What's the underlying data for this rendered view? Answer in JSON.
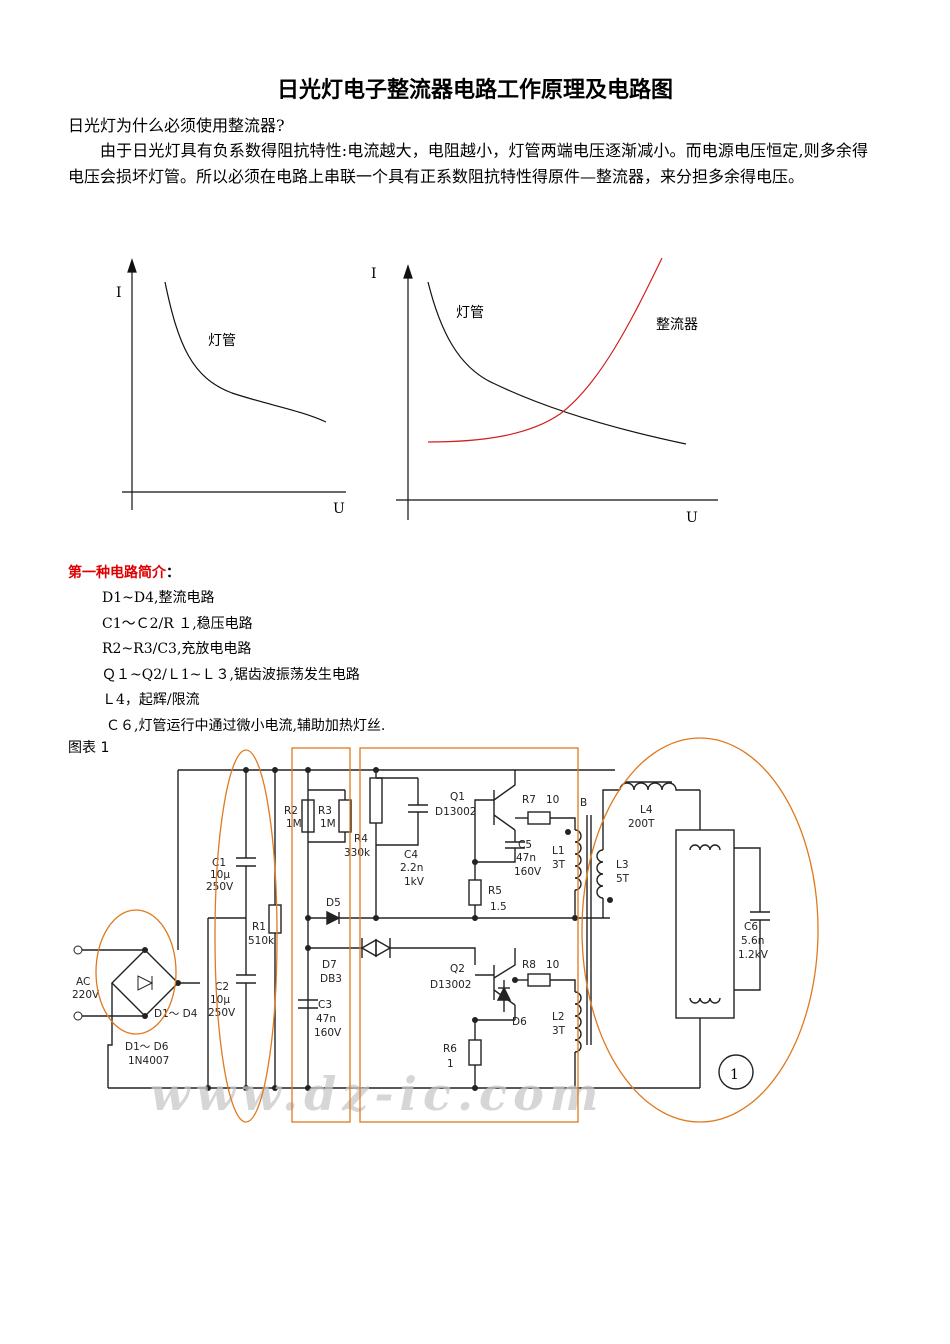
{
  "document": {
    "title": "日光灯电子整流器电路工作原理及电路图",
    "question": "日光灯为什么必须使用整流器?",
    "body": "由于日光灯具有负系数得阻抗特性:电流越大，电阻越小，灯管两端电压逐渐减小。而电源电压恒定,则多余得电压会损坏灯管。所以必须在电路上串联一个具有正系数阻抗特性得原件—整流器，来分担多余得电压。"
  },
  "graphs": {
    "left": {
      "y_label": "I",
      "x_label": "U",
      "curve_label": "灯管"
    },
    "right": {
      "y_label": "I",
      "x_label": "U",
      "lamp_label": "灯管",
      "ballast_label": "整流器"
    },
    "colors": {
      "lamp_curve": "#111111",
      "ballast_curve": "#d21f1f"
    }
  },
  "section": {
    "heading": "第一种电路简介",
    "colon": "：",
    "items": [
      "D1~D4,整流电路",
      "C1～Ｃ2/R １,稳压电路",
      "R2~R3/C3,充放电电路",
      "Ｑ１~Q2/Ｌ1~Ｌ３,锯齿波振荡发生电路",
      "Ｌ4，起辉/限流",
      "Ｃ６,灯管运行中通过微小电流,辅助加热灯丝."
    ]
  },
  "figure": {
    "label": "图表 1",
    "components": {
      "ac": "AC",
      "ac_v": "220V",
      "d1d4": "D1～ D4",
      "d1d6": "D1～ D6",
      "d_model": "1N4007",
      "c1": "C1",
      "c1_v": "10μ",
      "c1_r": "250V",
      "c2": "C2",
      "c2_v": "10μ",
      "c2_r": "250V",
      "r1": "R1",
      "r1_v": "510k",
      "r2": "R2",
      "r2_v": "1M",
      "r3": "R3",
      "r3_v": "1M",
      "r4": "R4",
      "r4_v": "330k",
      "c3": "C3",
      "c3_v": "47n",
      "c3_r": "160V",
      "c4": "C4",
      "c4_v": "2.2n",
      "c4_r": "1kV",
      "d5": "D5",
      "d7": "D7",
      "db3": "DB3",
      "q1": "Q1",
      "q1_m": "D13002",
      "q2": "Q2",
      "q2_m": "D13002",
      "r7": "R7",
      "r7_v": "10",
      "r8": "R8",
      "r8_v": "10",
      "c5": "C5",
      "c5_v": "47n",
      "c5_r": "160V",
      "r5": "R5",
      "r5_v": "1.5",
      "r6": "R6",
      "r6_v": "1",
      "l1": "L1",
      "l1_v": "3T",
      "l2": "L2",
      "l2_v": "3T",
      "d6": "D6",
      "b": "B",
      "l3": "L3",
      "l3_v": "5T",
      "l4": "L4",
      "l4_v": "200T",
      "c6": "C6",
      "c6_v": "5.6n",
      "c6_r": "1.2kV",
      "circle_num": "1",
      "watermark": "www.dz-ic.com"
    },
    "highlight_color": "#e07a1f"
  }
}
